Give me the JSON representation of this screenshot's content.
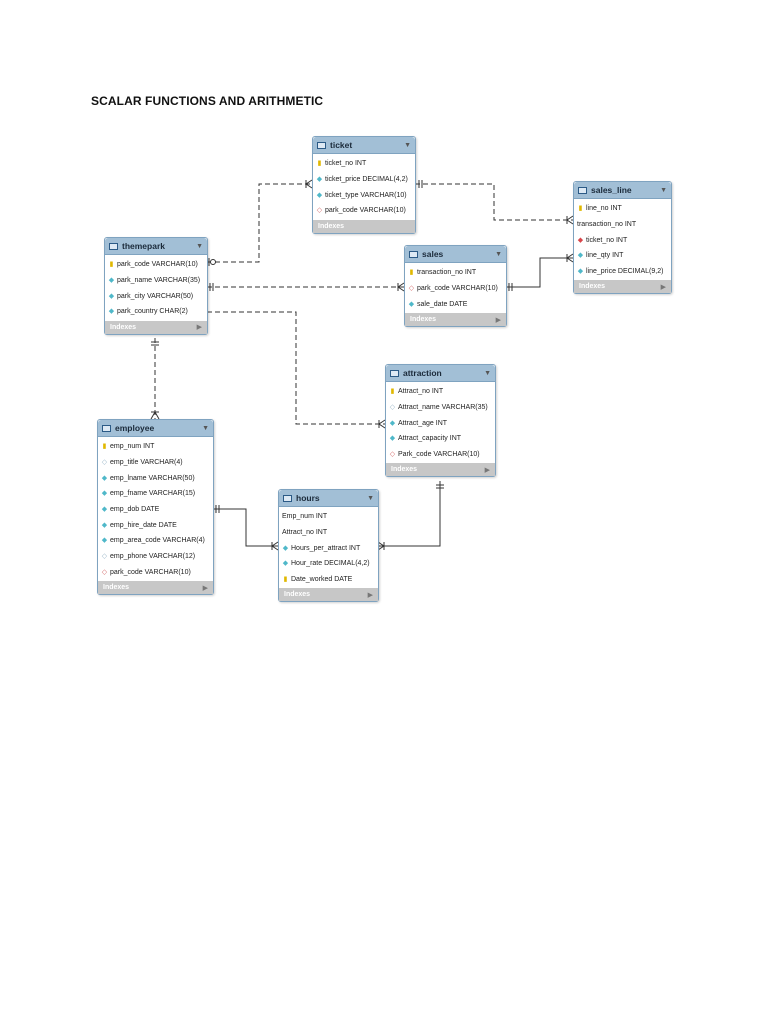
{
  "title": "SCALAR FUNCTIONS AND ARITHMETIC",
  "indexes_label": "Indexes",
  "tables": {
    "ticket": {
      "name": "ticket",
      "columns": [
        {
          "icon": "key",
          "label": "ticket_no INT"
        },
        {
          "icon": "column",
          "label": "ticket_price DECIMAL(4,2)"
        },
        {
          "icon": "column",
          "label": "ticket_type VARCHAR(10)"
        },
        {
          "icon": "fk",
          "label": "park_code VARCHAR(10)"
        }
      ]
    },
    "sales_line": {
      "name": "sales_line",
      "columns": [
        {
          "icon": "key",
          "label": "line_no INT"
        },
        {
          "icon": "none",
          "label": "transaction_no INT"
        },
        {
          "icon": "fk-filled",
          "label": "ticket_no INT"
        },
        {
          "icon": "column",
          "label": "line_qty INT"
        },
        {
          "icon": "column",
          "label": "line_price DECIMAL(9,2)"
        }
      ]
    },
    "themepark": {
      "name": "themepark",
      "columns": [
        {
          "icon": "key",
          "label": "park_code VARCHAR(10)"
        },
        {
          "icon": "column",
          "label": "park_name VARCHAR(35)"
        },
        {
          "icon": "column",
          "label": "park_city VARCHAR(50)"
        },
        {
          "icon": "column",
          "label": "park_country CHAR(2)"
        }
      ]
    },
    "sales": {
      "name": "sales",
      "columns": [
        {
          "icon": "key",
          "label": "transaction_no INT"
        },
        {
          "icon": "fk",
          "label": "park_code VARCHAR(10)"
        },
        {
          "icon": "column",
          "label": "sale_date DATE"
        }
      ]
    },
    "attraction": {
      "name": "attraction",
      "columns": [
        {
          "icon": "key",
          "label": "Attract_no INT"
        },
        {
          "icon": "nullable",
          "label": "Attract_name VARCHAR(35)"
        },
        {
          "icon": "column",
          "label": "Attract_age INT"
        },
        {
          "icon": "column",
          "label": "Attract_capacity INT"
        },
        {
          "icon": "fk",
          "label": "Park_code VARCHAR(10)"
        }
      ]
    },
    "employee": {
      "name": "employee",
      "columns": [
        {
          "icon": "key",
          "label": "emp_num INT"
        },
        {
          "icon": "nullable",
          "label": "emp_title VARCHAR(4)"
        },
        {
          "icon": "column",
          "label": "emp_lname VARCHAR(50)"
        },
        {
          "icon": "column",
          "label": "emp_fname VARCHAR(15)"
        },
        {
          "icon": "column",
          "label": "emp_dob DATE"
        },
        {
          "icon": "column",
          "label": "emp_hire_date DATE"
        },
        {
          "icon": "column",
          "label": "emp_area_code VARCHAR(4)"
        },
        {
          "icon": "nullable",
          "label": "emp_phone VARCHAR(12)"
        },
        {
          "icon": "fk",
          "label": "park_code VARCHAR(10)"
        }
      ]
    },
    "hours": {
      "name": "hours",
      "columns": [
        {
          "icon": "none",
          "label": "Emp_num INT"
        },
        {
          "icon": "none",
          "label": "Attract_no INT"
        },
        {
          "icon": "column",
          "label": "Hours_per_attract INT"
        },
        {
          "icon": "column",
          "label": "Hour_rate DECIMAL(4,2)"
        },
        {
          "icon": "key",
          "label": "Date_worked DATE"
        }
      ]
    }
  }
}
